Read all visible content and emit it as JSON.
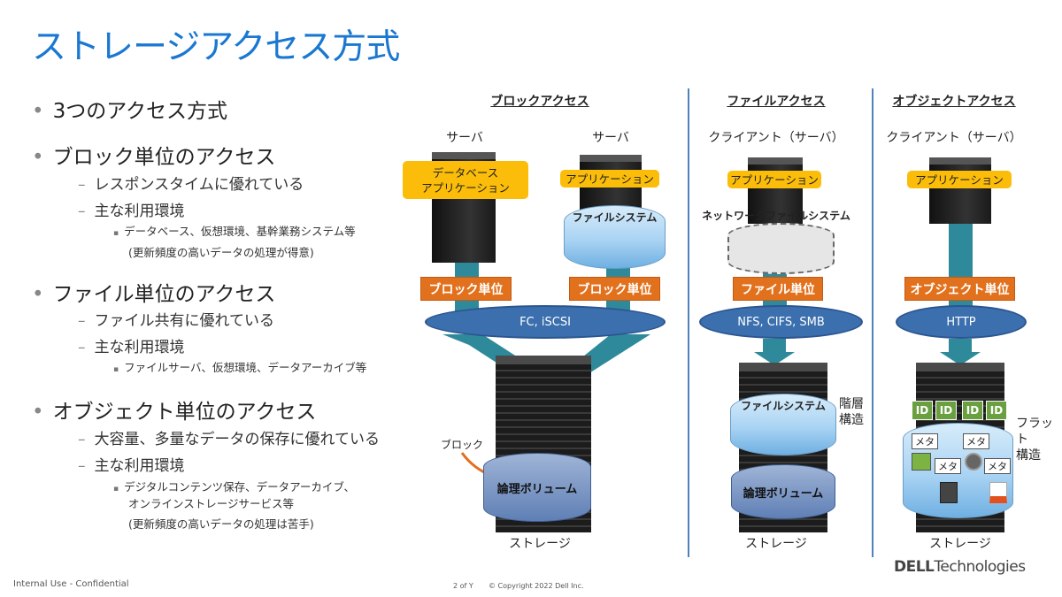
{
  "title": "ストレージアクセス方式",
  "bullets": {
    "b1": "3つのアクセス方式",
    "b2": "ブロック単位のアクセス",
    "b2_1": "レスポンスタイムに優れている",
    "b2_2": "主な利用環境",
    "b2_2_1": "データベース、仮想環境、基幹業務システム等",
    "b2_2_1c": "(更新頻度の高いデータの処理が得意)",
    "b3": "ファイル単位のアクセス",
    "b3_1": "ファイル共有に優れている",
    "b3_2": "主な利用環境",
    "b3_2_1": "ファイルサーバ、仮想環境、データアーカイブ等",
    "b4": "オブジェクト単位のアクセス",
    "b4_1": "大容量、多量なデータの保存に優れている",
    "b4_2": "主な利用環境",
    "b4_2_1": "デジタルコンテンツ保存、データアーカイブ、",
    "b4_2_1b": "オンラインストレージサービス等",
    "b4_2_1c": "(更新頻度の高いデータの処理は苦手)"
  },
  "block": {
    "heading": "ブロックアクセス",
    "server1": "サーバ",
    "server2": "サーバ",
    "db_app_1": "データベース",
    "db_app_2": "アプリケーション",
    "app": "アプリケーション",
    "fs": "ファイルシステム",
    "unit": "ブロック単位",
    "protocol": "FC, iSCSI",
    "block_label": "ブロック",
    "volume": "論理ボリューム",
    "storage": "ストレージ"
  },
  "file": {
    "heading": "ファイルアクセス",
    "client": "クライアント（サーバ）",
    "app": "アプリケーション",
    "nfs": "ネットワークファイルシステム",
    "unit": "ファイル単位",
    "protocol": "NFS, CIFS, SMB",
    "fs": "ファイルシステム",
    "hier_1": "階層",
    "hier_2": "構造",
    "volume": "論理ボリューム",
    "storage": "ストレージ"
  },
  "object": {
    "heading": "オブジェクトアクセス",
    "client": "クライアント（サーバ）",
    "app": "アプリケーション",
    "unit": "オブジェクト単位",
    "protocol": "HTTP",
    "id": "ID",
    "meta": "メタ",
    "flat_1": "フラット",
    "flat_2": "構造",
    "storage": "ストレージ"
  },
  "footer": {
    "confidential": "Internal Use - Confidential",
    "page": "2 of Y",
    "copyright": "© Copyright 2022 Dell Inc.",
    "logo": "DELL Technologies"
  }
}
